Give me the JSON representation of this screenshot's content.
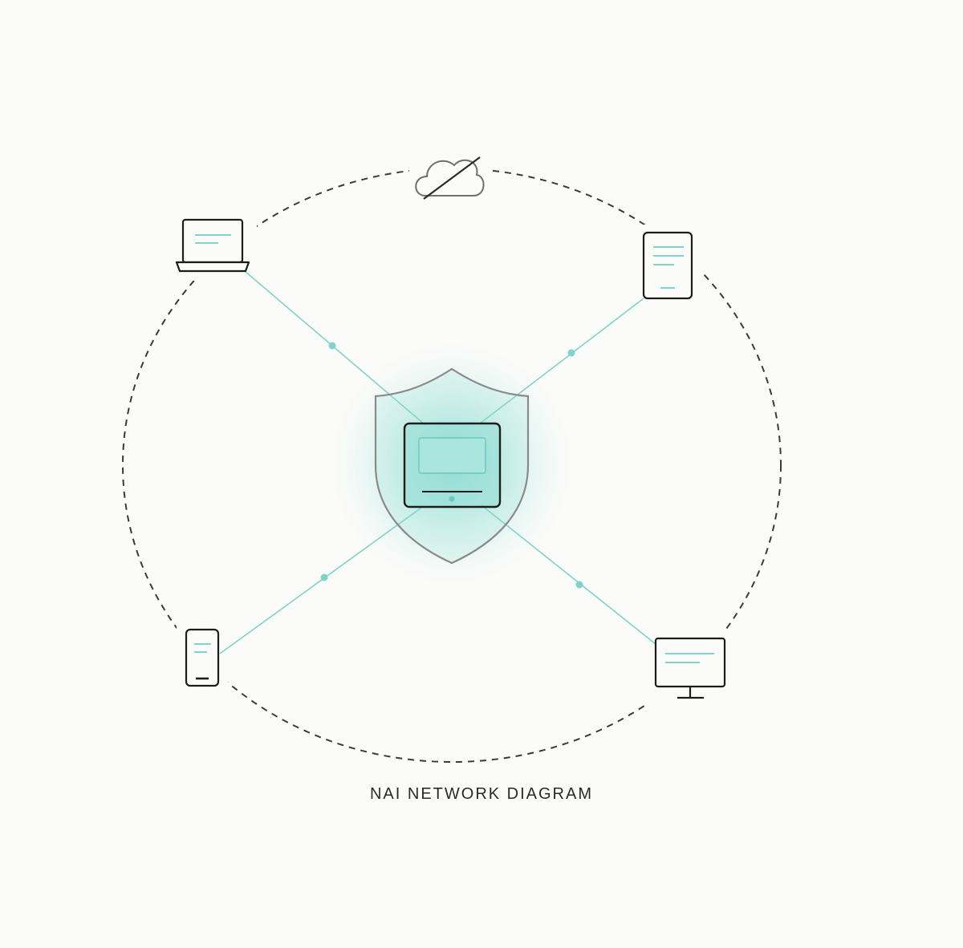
{
  "diagram": {
    "caption": "NAI NETWORK DIAGRAM",
    "nodes": [
      {
        "id": "laptop",
        "icon": "laptop-icon"
      },
      {
        "id": "tablet",
        "icon": "tablet-icon"
      },
      {
        "id": "smartphone",
        "icon": "smartphone-icon"
      },
      {
        "id": "desktop-monitor",
        "icon": "monitor-icon"
      },
      {
        "id": "cloud",
        "icon": "cloud-offline-icon"
      },
      {
        "id": "hub",
        "icon": "shield-device-icon"
      }
    ],
    "links": [
      {
        "from": "hub",
        "to": "laptop",
        "style": "solid"
      },
      {
        "from": "hub",
        "to": "tablet",
        "style": "solid"
      },
      {
        "from": "hub",
        "to": "smartphone",
        "style": "solid"
      },
      {
        "from": "hub",
        "to": "desktop-monitor",
        "style": "solid"
      }
    ],
    "perimeter": {
      "style": "dashed"
    },
    "colors": {
      "accent": "#7fd3cb",
      "accent_fill": "#8fdcd3",
      "outline": "#1c1c1c",
      "shield": "#8a8a8a",
      "dashed": "#3a3a3a",
      "background": "#fbfbf9"
    }
  }
}
